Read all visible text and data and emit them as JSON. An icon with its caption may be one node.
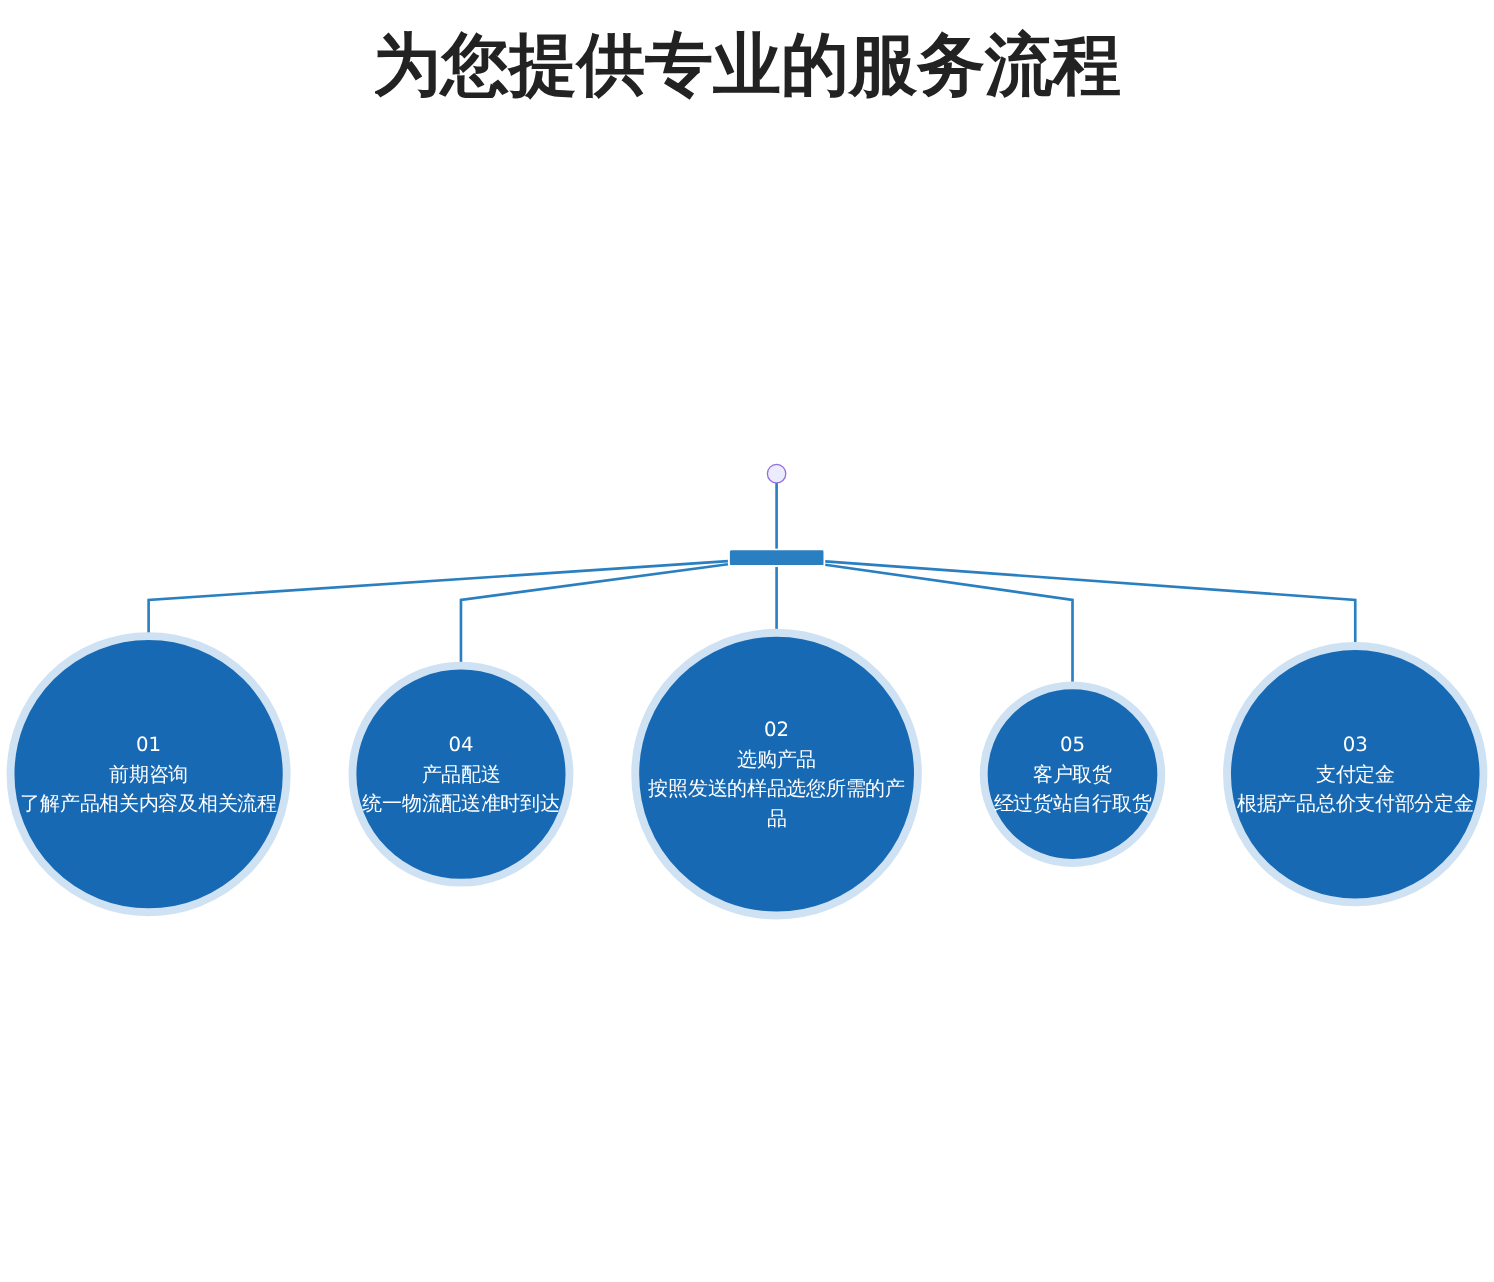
{
  "diagram": {
    "title": "为您提供专业的服务流程",
    "nodes": [
      {
        "text": [],
        "shape": "bar"
      },
      {
        "text": [
          "01",
          "前期咨询",
          "了解产品相关内容及相关流程"
        ]
      },
      {
        "text": [
          "02",
          "选购产品",
          "按照发送的样品选您所需的产品"
        ]
      },
      {
        "text": [
          "03",
          "支付定金",
          "根据产品总价支付部分定金"
        ]
      },
      {
        "text": [
          "04",
          "产品配送",
          "统一物流配送准时到达"
        ]
      },
      {
        "text": [
          "05",
          "客户取货",
          "经过货站自行取货"
        ]
      }
    ],
    "edges": [
      {
        "from": null,
        "to": 0,
        "arrow": "none"
      },
      {
        "from": 0,
        "to": 1,
        "arrow": "none"
      },
      {
        "from": 0,
        "to": 4,
        "arrow": "none"
      },
      {
        "from": 0,
        "to": 2,
        "arrow": "none"
      },
      {
        "from": 0,
        "to": 5,
        "arrow": "none"
      },
      {
        "from": 0,
        "to": 3,
        "arrow": "none"
      }
    ]
  }
}
